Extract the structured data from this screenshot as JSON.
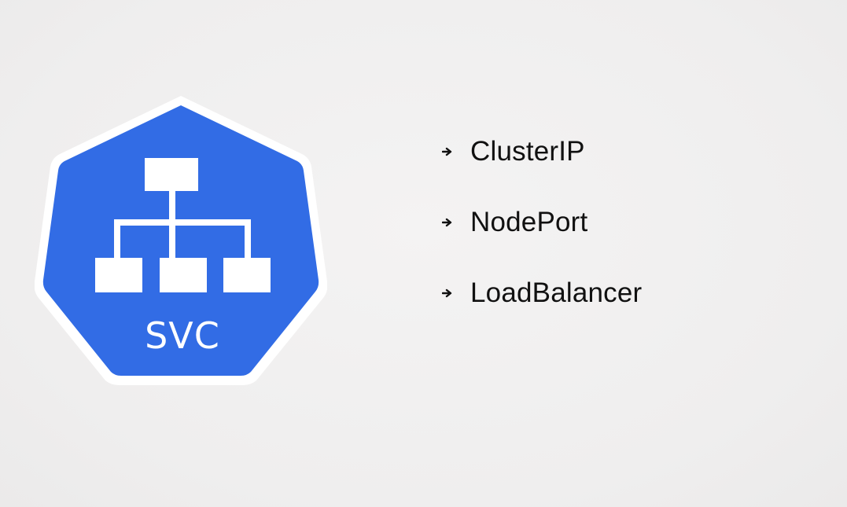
{
  "logo": {
    "icon": "kubernetes-service-icon",
    "label": "SVC",
    "fill_color": "#326ce5",
    "border_color": "#ffffff"
  },
  "bullets": {
    "icon": "arrow-right-icon",
    "items": [
      {
        "label": "ClusterIP"
      },
      {
        "label": "NodePort"
      },
      {
        "label": "LoadBalancer"
      }
    ]
  }
}
